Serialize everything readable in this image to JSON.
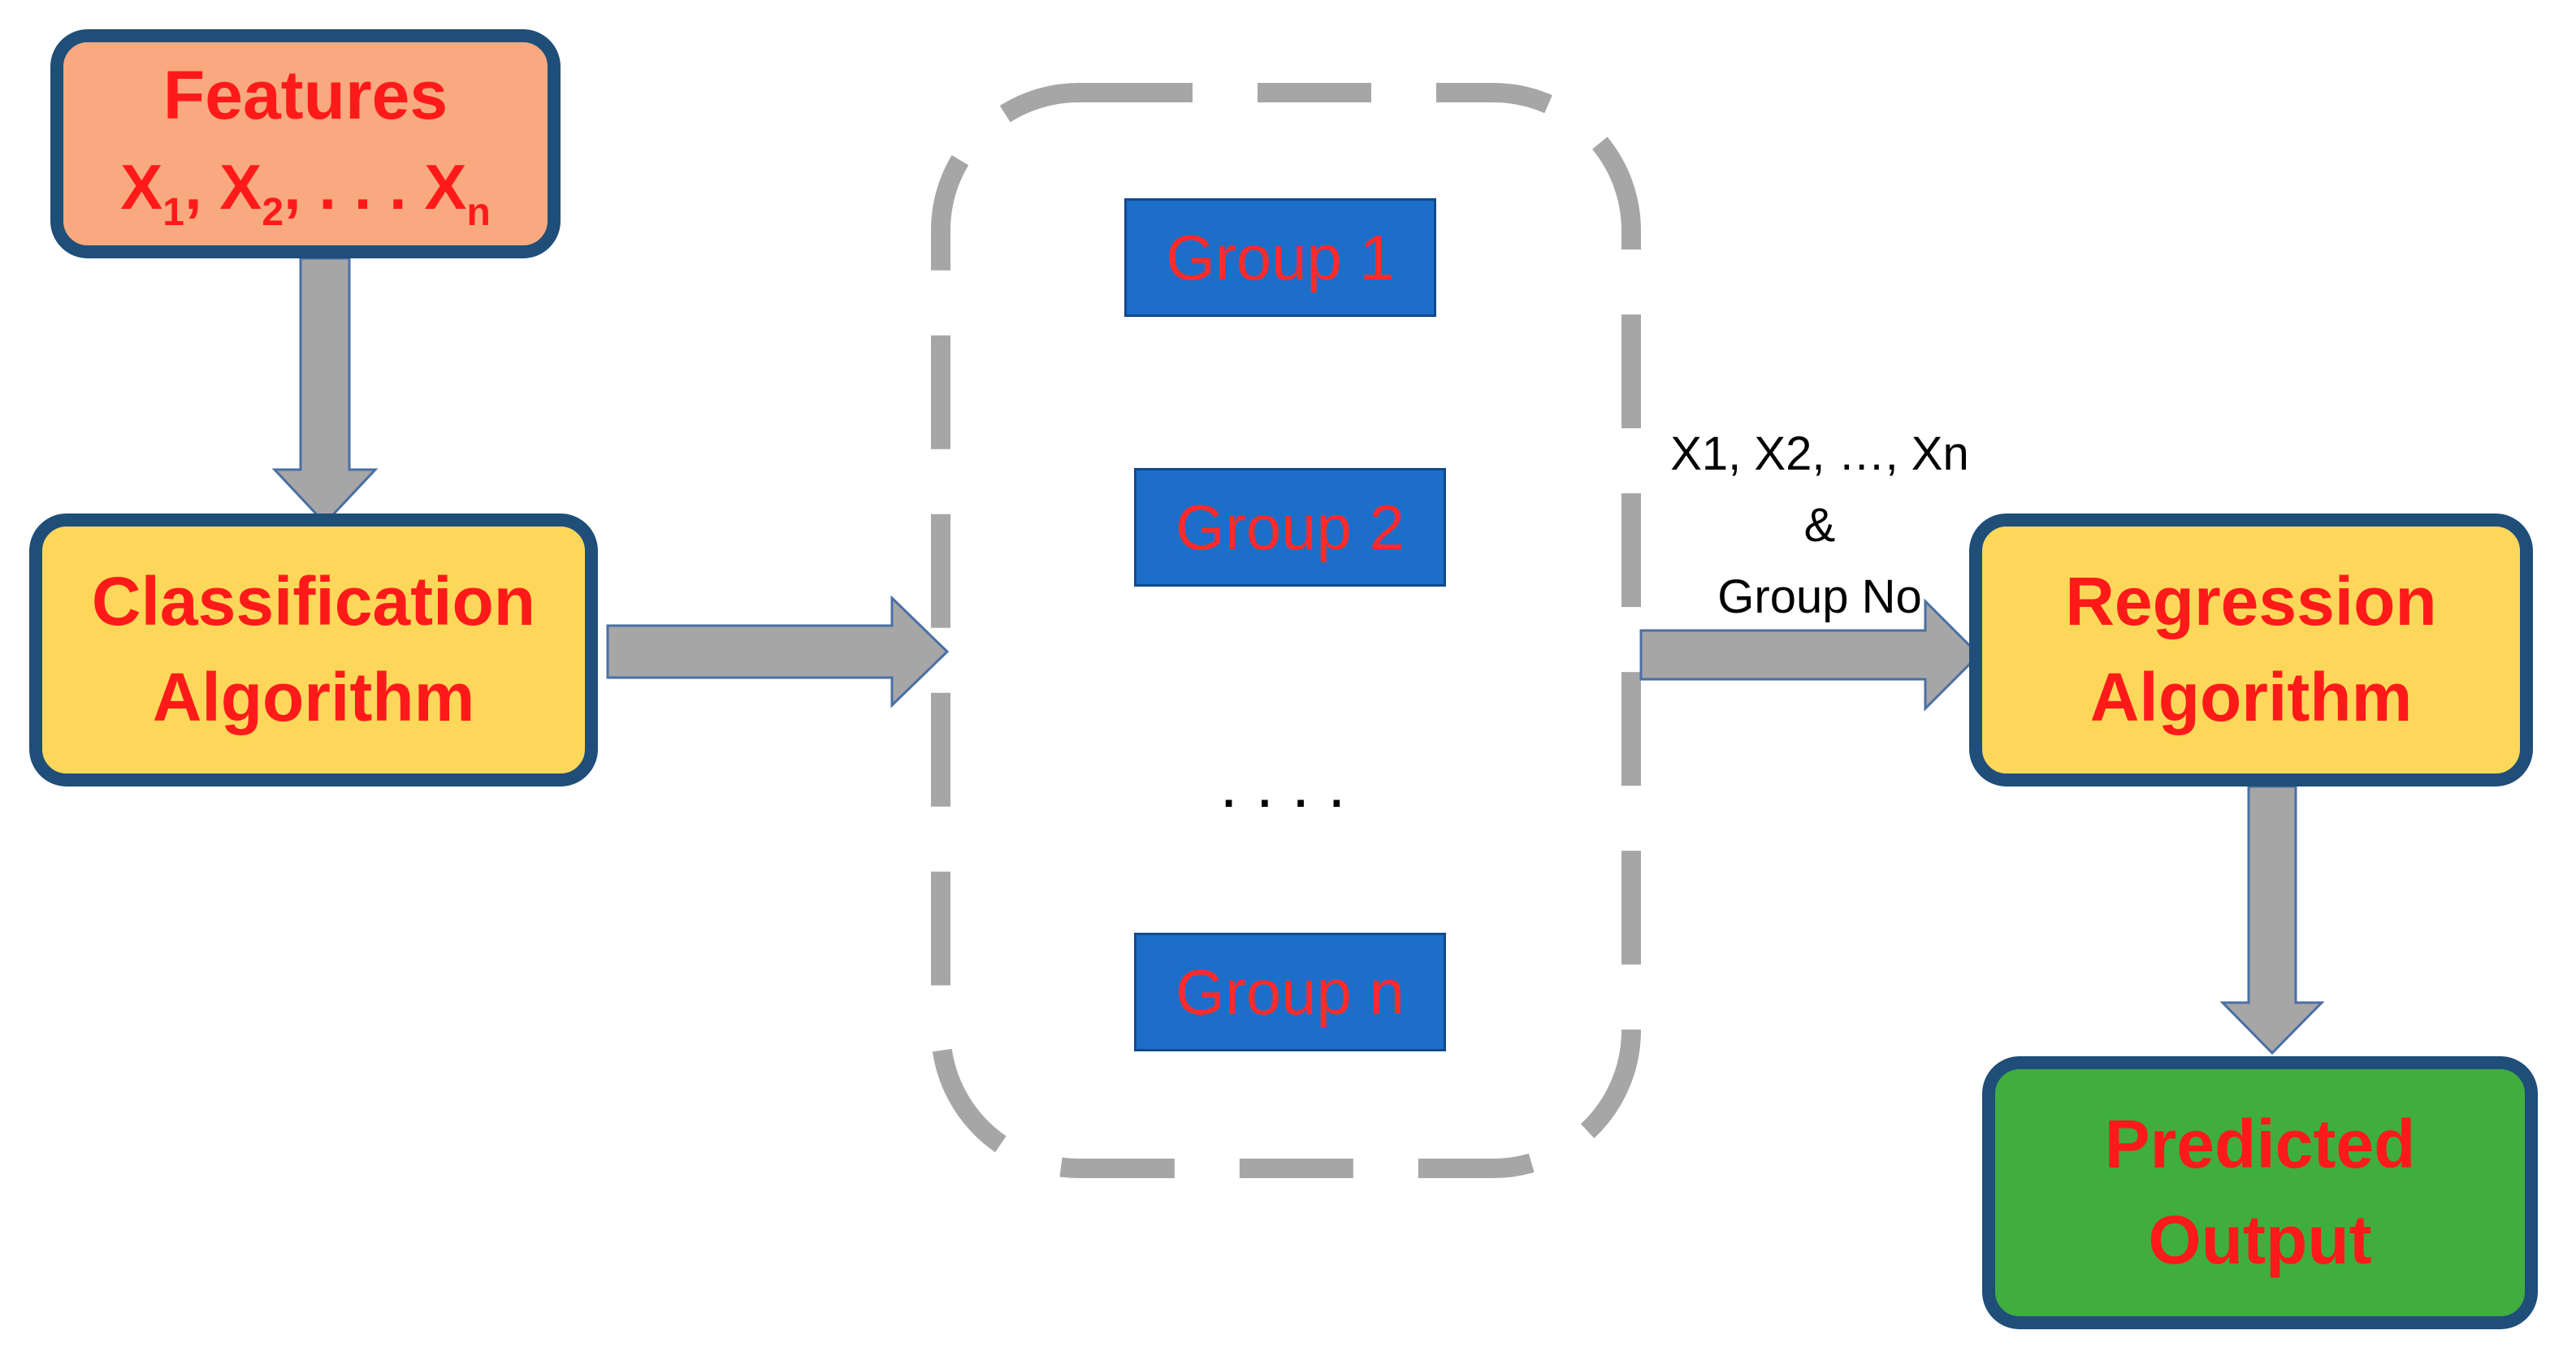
{
  "nodes": {
    "features": {
      "title": "Features",
      "vars": [
        {
          "base": "X",
          "sub": "1"
        },
        {
          "base": "X",
          "sub": "2"
        },
        {
          "base": "X",
          "sub": "n"
        }
      ],
      "separator": ", ",
      "ellipsis": ". . ."
    },
    "classification": {
      "line1": "Classification",
      "line2": "Algorithm"
    },
    "regression": {
      "line1": "Regression",
      "line2": "Algorithm"
    },
    "output": {
      "line1": "Predicted",
      "line2": "Output"
    }
  },
  "groups": {
    "group1": "Group 1",
    "group2": "Group 2",
    "ellipsis": "....",
    "groupn": "Group n"
  },
  "edge_label": {
    "line1": "X1, X2, …, Xn",
    "line2": "&",
    "line3": "Group No"
  },
  "colors": {
    "node_border": "#1f4e79",
    "features_fill": "#f8a97f",
    "algorithm_fill": "#fdd75a",
    "output_fill": "#3fae3f",
    "group_fill": "#1c6ec9",
    "node_text": "#ff1a1a",
    "arrow_fill": "#a6a6a6",
    "arrow_stroke": "#4a6fa5",
    "dashed_container": "#a6a6a6"
  }
}
